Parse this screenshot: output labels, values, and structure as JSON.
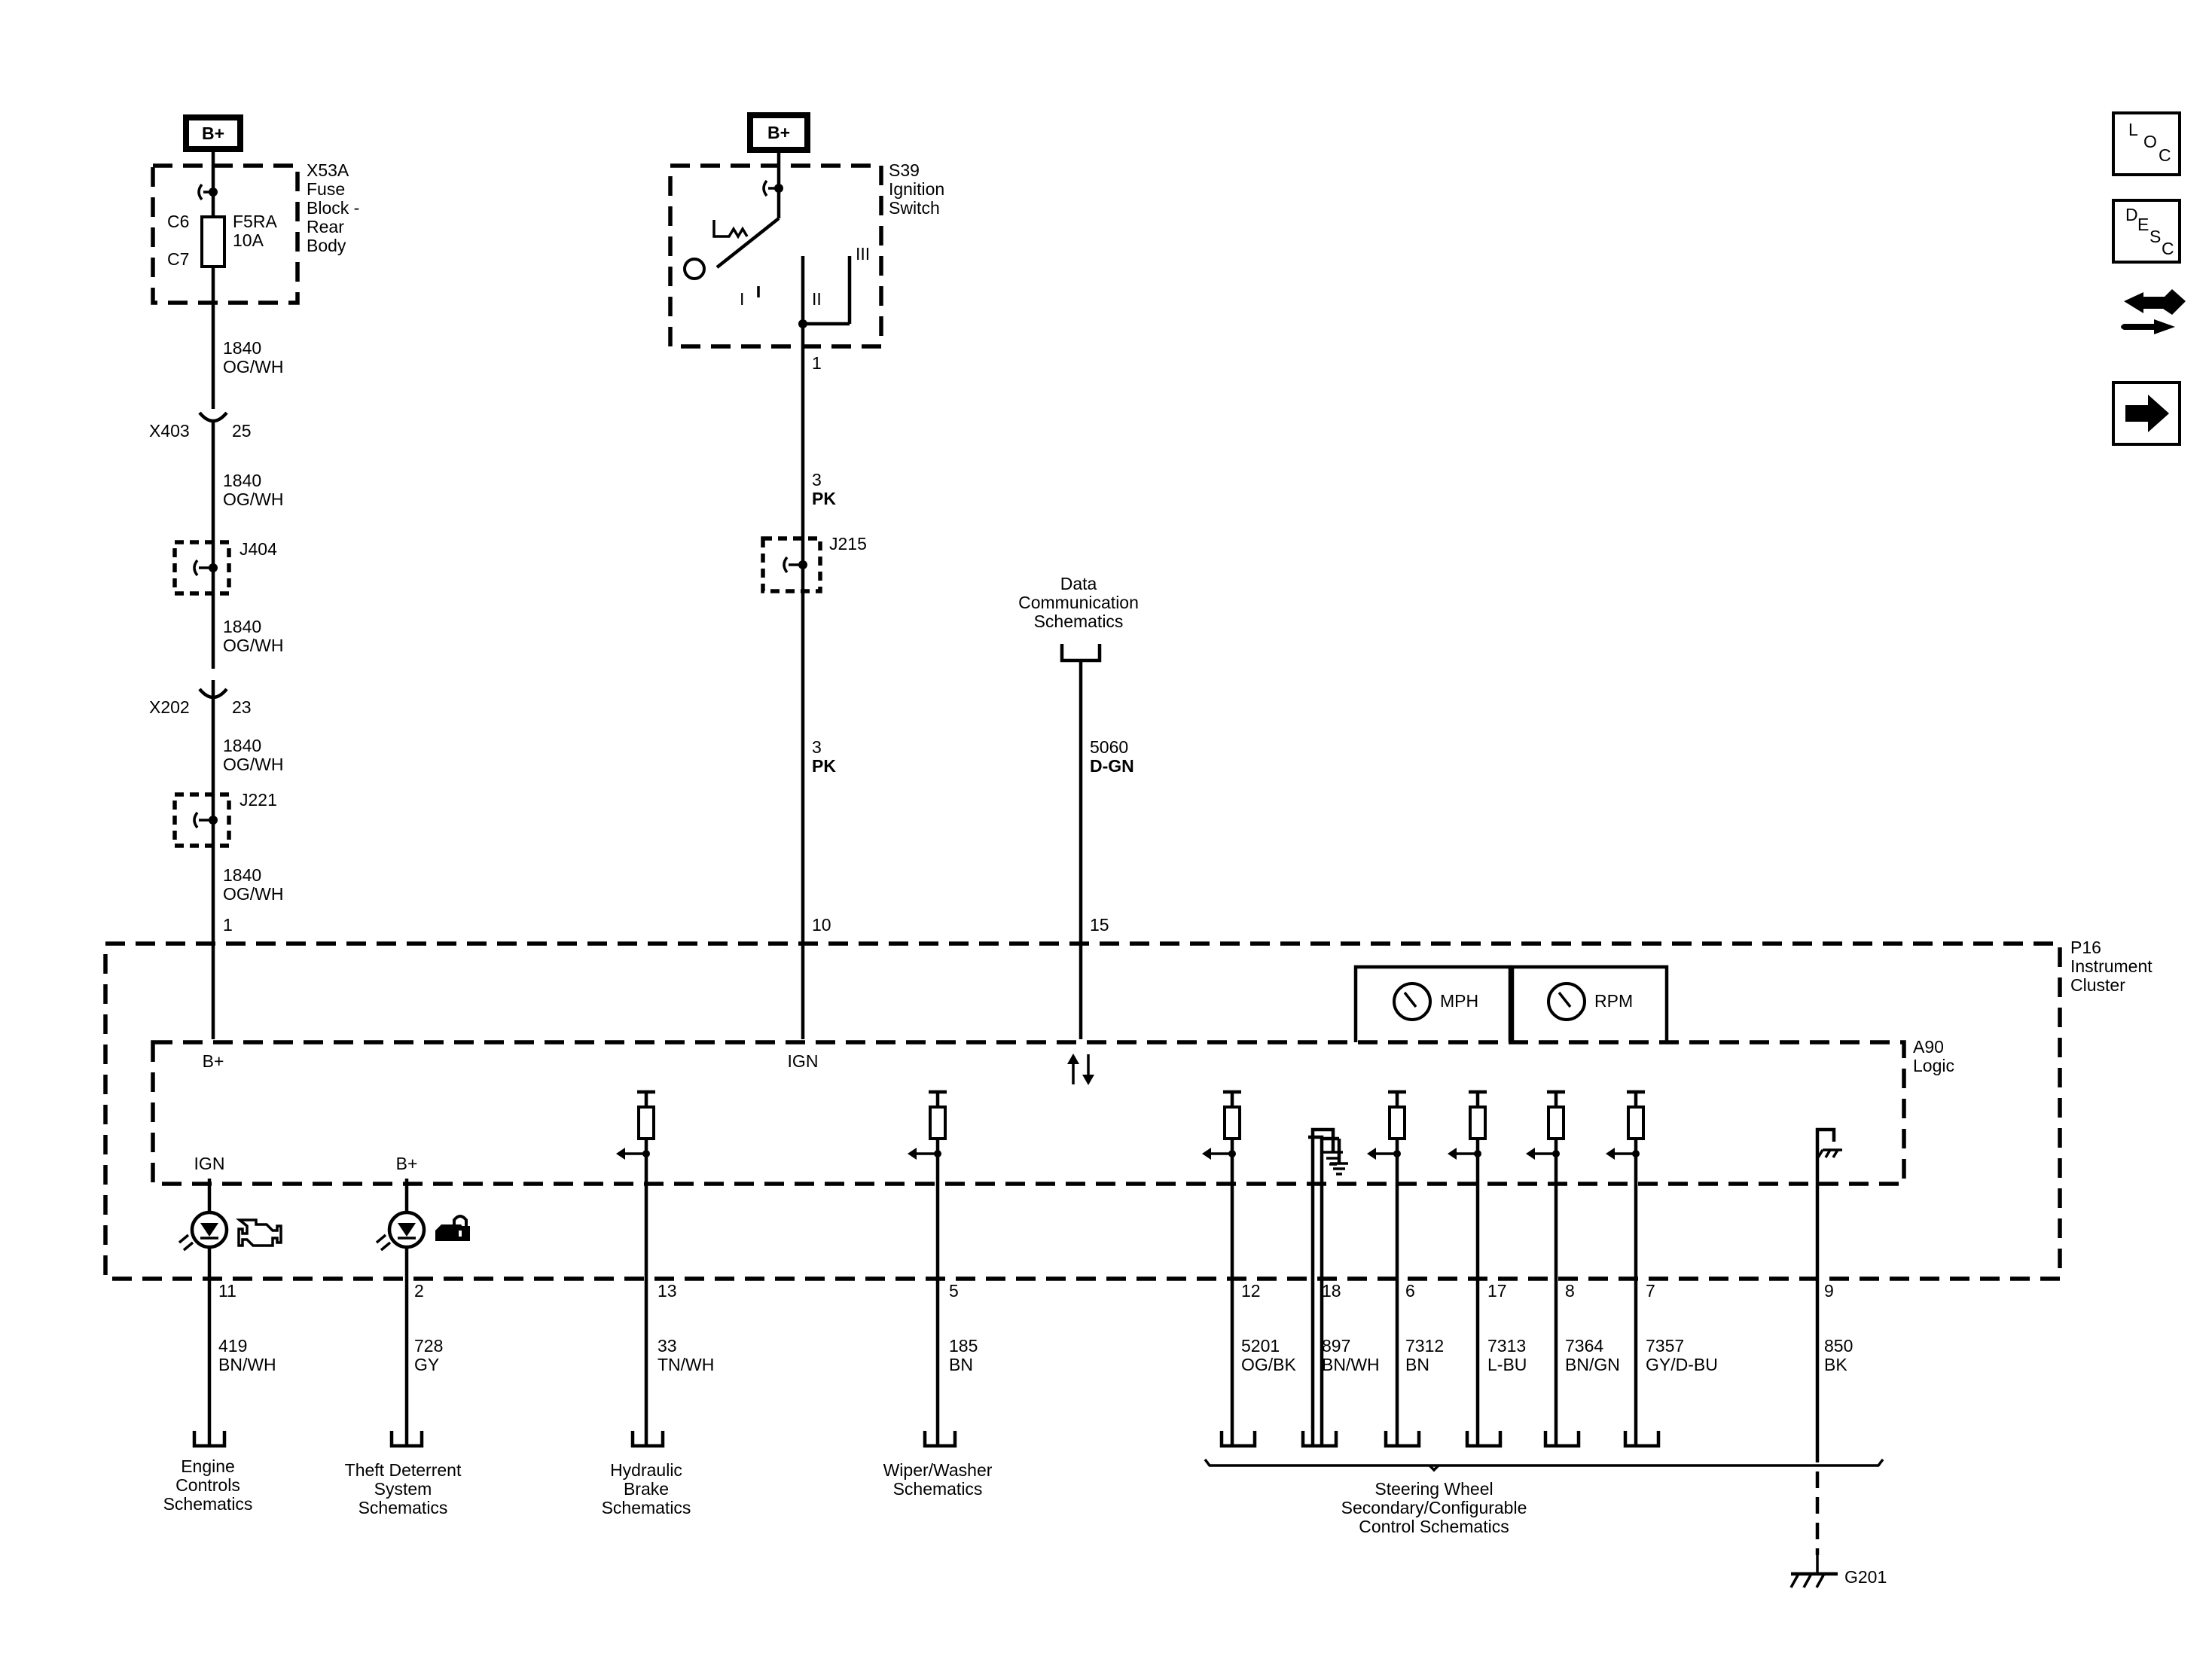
{
  "power": {
    "fuse_source": "B+",
    "ignition_source": "B+"
  },
  "fuse_block": {
    "name": "X53A",
    "desc_lines": [
      "Fuse",
      "Block -",
      "Rear",
      "Body"
    ],
    "pin_top": "C6",
    "pin_bottom": "C7",
    "fuse_name": "F5RA",
    "fuse_rating": "10A"
  },
  "ignition_switch": {
    "name": "S39",
    "desc_lines": [
      "Ignition",
      "Switch"
    ],
    "pos_1": "I",
    "pos_2": "II",
    "pos_3": "III",
    "pin": "1"
  },
  "circuit_1840": {
    "segments": [
      {
        "num": "1840",
        "color": "OG/WH"
      },
      {
        "num": "1840",
        "color": "OG/WH"
      },
      {
        "num": "1840",
        "color": "OG/WH"
      },
      {
        "num": "1840",
        "color": "OG/WH"
      },
      {
        "num": "1840",
        "color": "OG/WH"
      }
    ],
    "connectors": [
      {
        "name": "X403",
        "pin": "25"
      },
      {
        "name": "X202",
        "pin": "23"
      }
    ],
    "splices": [
      "J404",
      "J221"
    ],
    "cluster_pin": "1"
  },
  "circuit_3": {
    "segments": [
      {
        "num": "3",
        "color": "PK"
      },
      {
        "num": "3",
        "color": "PK"
      }
    ],
    "splice": "J215",
    "cluster_pin": "10"
  },
  "data_comm": {
    "label_lines": [
      "Data",
      "Communication",
      "Schematics"
    ],
    "num": "5060",
    "color": "D-GN",
    "cluster_pin": "15"
  },
  "cluster": {
    "name": "P16",
    "desc_lines": [
      "Instrument",
      "Cluster"
    ],
    "logic_name": "A90",
    "logic_desc": "Logic",
    "b_plus": "B+",
    "ign": "IGN",
    "gauge_mph": "MPH",
    "gauge_rpm": "RPM",
    "ind_ign": "IGN",
    "ind_bplus": "B+"
  },
  "outputs": [
    {
      "pin": "11",
      "num": "419",
      "color": "BN/WH"
    },
    {
      "pin": "2",
      "num": "728",
      "color": "GY"
    },
    {
      "pin": "13",
      "num": "33",
      "color": "TN/WH"
    },
    {
      "pin": "5",
      "num": "185",
      "color": "BN"
    },
    {
      "pin": "12",
      "num": "5201",
      "color": "OG/BK"
    },
    {
      "pin": "18",
      "num": "897",
      "color": "BN/WH"
    },
    {
      "pin": "6",
      "num": "7312",
      "color": "BN"
    },
    {
      "pin": "17",
      "num": "7313",
      "color": "L-BU"
    },
    {
      "pin": "8",
      "num": "7364",
      "color": "BN/GN"
    },
    {
      "pin": "7",
      "num": "7357",
      "color": "GY/D-BU"
    },
    {
      "pin": "9",
      "num": "850",
      "color": "BK"
    }
  ],
  "destinations": {
    "engine": [
      "Engine",
      "Controls",
      "Schematics"
    ],
    "theft": [
      "Theft Deterrent",
      "System",
      "Schematics"
    ],
    "brake": [
      "Hydraulic",
      "Brake",
      "Schematics"
    ],
    "wiper": [
      "Wiper/Washer",
      "Schematics"
    ],
    "steering": [
      "Steering Wheel",
      "Secondary/Configurable",
      "Control Schematics"
    ]
  },
  "ground": "G201",
  "nav": {
    "loc": [
      "L",
      "O",
      "C"
    ],
    "desc": [
      "D",
      "E",
      "S",
      "C"
    ]
  }
}
